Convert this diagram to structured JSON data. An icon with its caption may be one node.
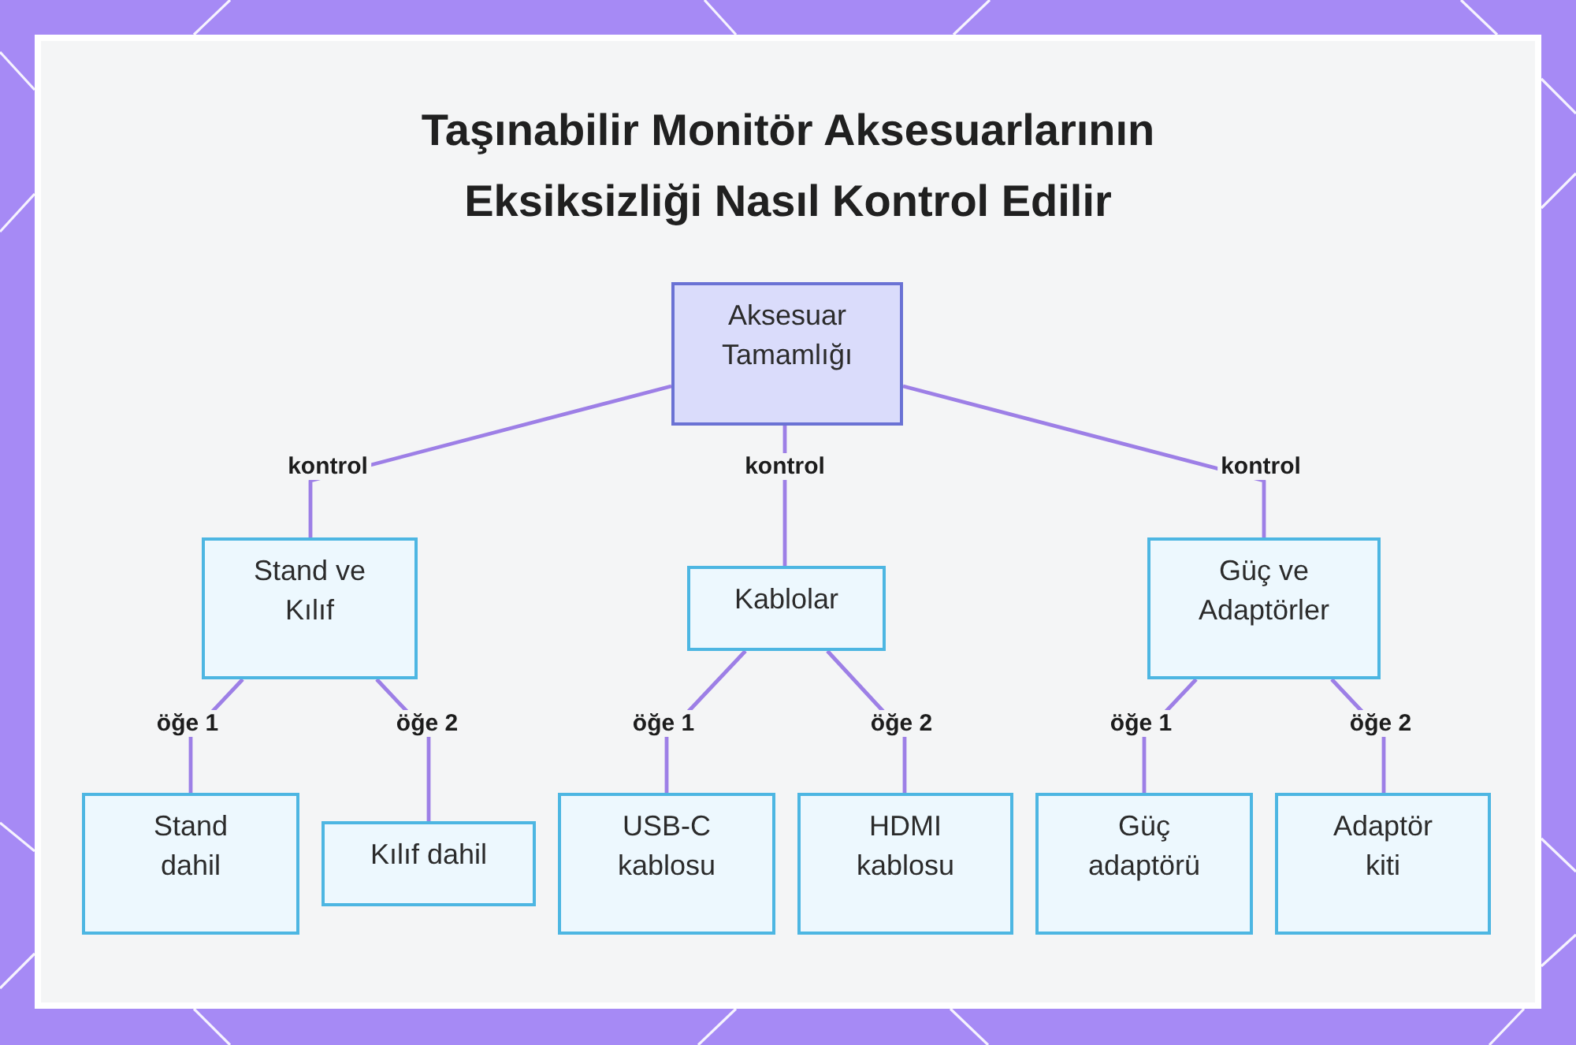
{
  "diagram": {
    "title": "Taşınabilir Monitör Aksesuarlarının Eksiksizliği Nasıl Kontrol Edilir",
    "nodes": [
      {
        "text": [
          "Aksesuar Tamamlığı"
        ]
      },
      {
        "text": [
          "Stand ve Kılıf"
        ]
      },
      {
        "text": [
          "Kablolar"
        ]
      },
      {
        "text": [
          "Güç ve Adaptörler"
        ]
      },
      {
        "text": [
          "Stand dahil"
        ]
      },
      {
        "text": [
          "Kılıf dahil"
        ]
      },
      {
        "text": [
          "USB-C kablosu"
        ]
      },
      {
        "text": [
          "HDMI kablosu"
        ]
      },
      {
        "text": [
          "Güç adaptörü"
        ]
      },
      {
        "text": [
          "Adaptör kiti"
        ]
      }
    ],
    "edges": [
      {
        "from": 0,
        "to": 1,
        "arrow": "none",
        "label": "kontrol"
      },
      {
        "from": 0,
        "to": 2,
        "arrow": "none",
        "label": "kontrol"
      },
      {
        "from": 0,
        "to": 3,
        "arrow": "none",
        "label": "kontrol"
      },
      {
        "from": 1,
        "to": 4,
        "arrow": "none",
        "label": "öğe 1"
      },
      {
        "from": 1,
        "to": 5,
        "arrow": "none",
        "label": "öğe 2"
      },
      {
        "from": 2,
        "to": 6,
        "arrow": "none",
        "label": "öğe 1"
      },
      {
        "from": 2,
        "to": 7,
        "arrow": "none",
        "label": "öğe 2"
      },
      {
        "from": 3,
        "to": 8,
        "arrow": "none",
        "label": "öğe 1"
      },
      {
        "from": 3,
        "to": 9,
        "arrow": "none",
        "label": "öğe 2"
      }
    ]
  }
}
